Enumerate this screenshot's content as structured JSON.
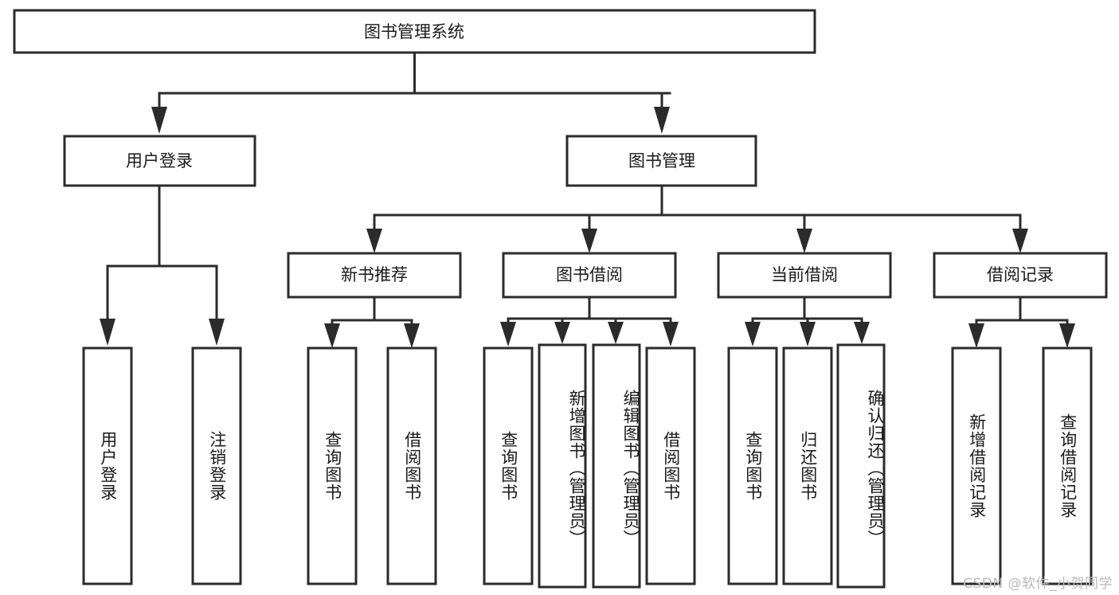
{
  "diagram": {
    "title": "图书管理系统",
    "watermark": "CSDN @软件_小贺同学",
    "root": {
      "label": "图书管理系统"
    },
    "level2": [
      {
        "label": "用户登录"
      },
      {
        "label": "图书管理"
      }
    ],
    "level3": [
      {
        "label": "新书推荐"
      },
      {
        "label": "图书借阅"
      },
      {
        "label": "当前借阅"
      },
      {
        "label": "借阅记录"
      }
    ],
    "leaves": {
      "user_login": [
        {
          "label": "用户登录"
        },
        {
          "label": "注销登录"
        }
      ],
      "new_book": [
        {
          "label": "查询图书"
        },
        {
          "label": "借阅图书"
        }
      ],
      "book_borrow": [
        {
          "label": "查询图书"
        },
        {
          "label": "新增图书（管理员）"
        },
        {
          "label": "编辑图书（管理员）"
        },
        {
          "label": "借阅图书"
        }
      ],
      "current_borrow": [
        {
          "label": "查询图书"
        },
        {
          "label": "归还图书"
        },
        {
          "label": "确认归还（管理员）"
        }
      ],
      "borrow_record": [
        {
          "label": "新增借阅记录"
        },
        {
          "label": "查询借阅记录"
        }
      ]
    }
  },
  "chart_data": {
    "type": "tree-diagram",
    "title": "图书管理系统",
    "orientation": "top-down",
    "nodes": [
      {
        "id": "root",
        "label": "图书管理系统",
        "level": 0,
        "parent": null
      },
      {
        "id": "n1",
        "label": "用户登录",
        "level": 1,
        "parent": "root"
      },
      {
        "id": "n2",
        "label": "图书管理",
        "level": 1,
        "parent": "root"
      },
      {
        "id": "n1a",
        "label": "用户登录",
        "level": 2,
        "parent": "n1"
      },
      {
        "id": "n1b",
        "label": "注销登录",
        "level": 2,
        "parent": "n1"
      },
      {
        "id": "n2a",
        "label": "新书推荐",
        "level": 2,
        "parent": "n2"
      },
      {
        "id": "n2b",
        "label": "图书借阅",
        "level": 2,
        "parent": "n2"
      },
      {
        "id": "n2c",
        "label": "当前借阅",
        "level": 2,
        "parent": "n2"
      },
      {
        "id": "n2d",
        "label": "借阅记录",
        "level": 2,
        "parent": "n2"
      },
      {
        "id": "n2a1",
        "label": "查询图书",
        "level": 3,
        "parent": "n2a"
      },
      {
        "id": "n2a2",
        "label": "借阅图书",
        "level": 3,
        "parent": "n2a"
      },
      {
        "id": "n2b1",
        "label": "查询图书",
        "level": 3,
        "parent": "n2b"
      },
      {
        "id": "n2b2",
        "label": "新增图书（管理员）",
        "level": 3,
        "parent": "n2b"
      },
      {
        "id": "n2b3",
        "label": "编辑图书（管理员）",
        "level": 3,
        "parent": "n2b"
      },
      {
        "id": "n2b4",
        "label": "借阅图书",
        "level": 3,
        "parent": "n2b"
      },
      {
        "id": "n2c1",
        "label": "查询图书",
        "level": 3,
        "parent": "n2c"
      },
      {
        "id": "n2c2",
        "label": "归还图书",
        "level": 3,
        "parent": "n2c"
      },
      {
        "id": "n2c3",
        "label": "确认归还（管理员）",
        "level": 3,
        "parent": "n2c"
      },
      {
        "id": "n2d1",
        "label": "新增借阅记录",
        "level": 3,
        "parent": "n2d"
      },
      {
        "id": "n2d2",
        "label": "查询借阅记录",
        "level": 3,
        "parent": "n2d"
      }
    ],
    "colors": {
      "box_fill": "#ffffff",
      "box_stroke": "#2b2b2b",
      "text": "#1a1a1a",
      "watermark": "#b9b9b9"
    }
  }
}
